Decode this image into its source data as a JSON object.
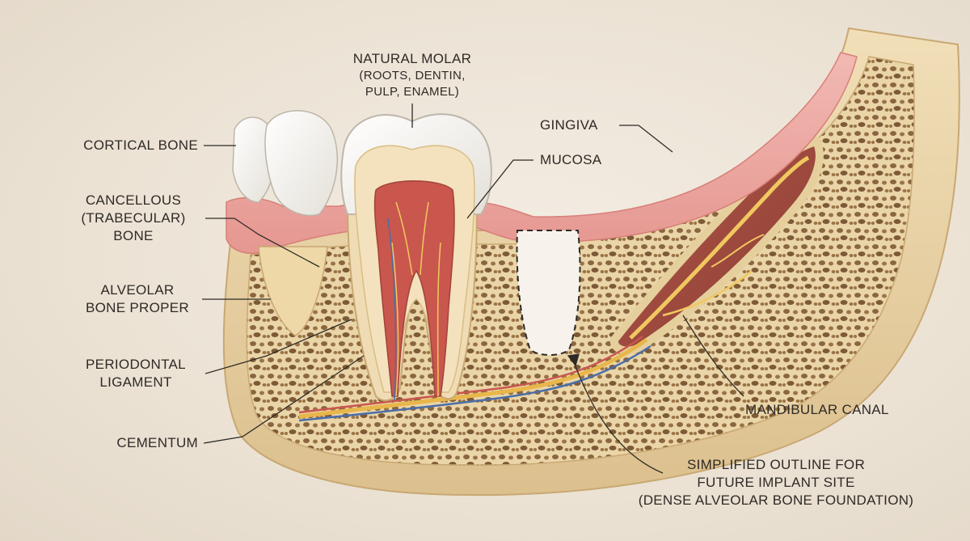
{
  "labels": {
    "natural_molar": {
      "title": "NATURAL MOLAR",
      "line2": "(ROOTS, DENTIN,",
      "line3": "PULP, ENAMEL)"
    },
    "cortical_bone": "CORTICAL BONE",
    "cancellous": {
      "line1": "CANCELLOUS",
      "line2": "(TRABECULAR)",
      "line3": "BONE"
    },
    "alveolar": {
      "line1": "ALVEOLAR",
      "line2": "BONE PROPER"
    },
    "periodontal": {
      "line1": "PERIODONTAL",
      "line2": "LIGAMENT"
    },
    "cementum": "CEMENTUM",
    "gingiva": "GINGIVA",
    "mucosa": "MUCOSA",
    "mandibular_canal": "MANDIBULAR CANAL",
    "implant_site": {
      "line1": "SIMPLIFIED OUTLINE FOR",
      "line2": "FUTURE IMPLANT SITE",
      "line3": "(DENSE ALVEOLAR BONE FOUNDATION)"
    }
  },
  "colors": {
    "bone_outer": "#e8d3a8",
    "bone_inner": "#d9bc86",
    "trabecular": "#7a5a36",
    "gingiva": "#eba6a2",
    "enamel": "#f8f6f1",
    "dentin": "#f0dcb4",
    "pulp": "#c9574d",
    "nerve": "#e8b64a",
    "vessel_blue": "#4a6ea8",
    "line": "#2e2a26"
  }
}
